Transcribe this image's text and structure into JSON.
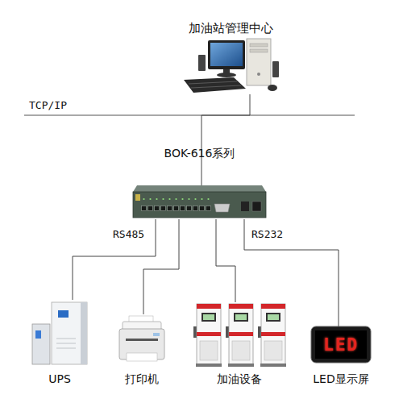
{
  "diagram": {
    "nodes": [
      {
        "text": [
          "加油站管理中心"
        ]
      },
      {
        "text": [
          "BOK-616系列"
        ]
      },
      {
        "text": [
          "UPS"
        ]
      },
      {
        "text": [
          "打印机"
        ]
      },
      {
        "text": [
          "加油设备"
        ]
      },
      {
        "text": [
          "LED",
          "LED显示屏"
        ]
      }
    ],
    "edges": [
      {
        "from": 0,
        "to": 1,
        "arrow": "none",
        "label": "TCP/IP"
      },
      {
        "from": 1,
        "to": 2,
        "arrow": "none",
        "label": "RS485"
      },
      {
        "from": 1,
        "to": 3,
        "arrow": "none"
      },
      {
        "from": 1,
        "to": 4,
        "arrow": "none"
      },
      {
        "from": 1,
        "to": 5,
        "arrow": "none",
        "label": "RS232"
      }
    ]
  }
}
